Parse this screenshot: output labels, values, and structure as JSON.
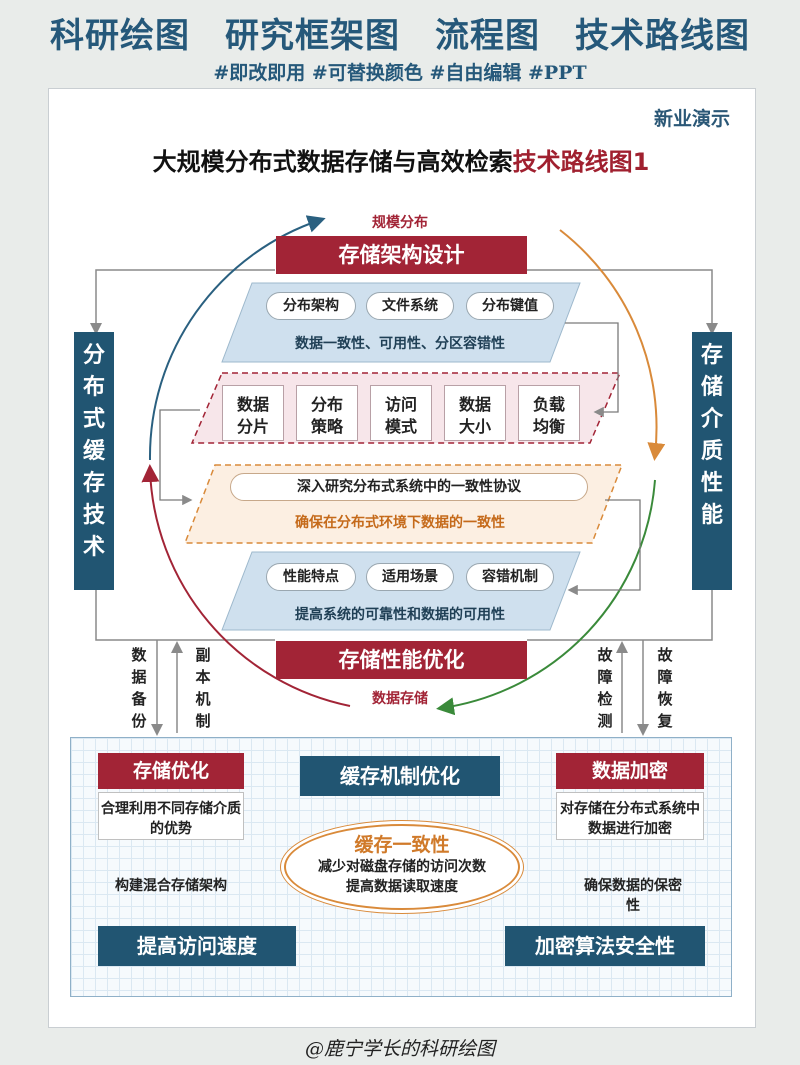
{
  "header": {
    "title": "科研绘图　研究框架图　流程图　技术路线图",
    "subtitle": "#即改即用 #可替换颜色 #自由编辑 #PPT"
  },
  "brand": "新业演示",
  "title": {
    "main": "大规模分布式数据存储与高效检索",
    "highlight": "技术路线图1"
  },
  "circle": {
    "top_label": "规模分布",
    "top_banner": "存储架构设计",
    "bottom_banner": "存储性能优化",
    "bottom_label": "数据存储"
  },
  "side": {
    "left": "分布式缓存技术",
    "right": "存储介质性能"
  },
  "layer1": {
    "pills": [
      "分布架构",
      "文件系统",
      "分布键值"
    ],
    "text": "数据一致性、可用性、分区容错性"
  },
  "layer2": {
    "cards": [
      "数据\n分片",
      "分布\n策略",
      "访问\n模式",
      "数据\n大小",
      "负载\n均衡"
    ]
  },
  "layer3": {
    "pill": "深入研究分布式系统中的一致性协议",
    "text": "确保在分布式环境下数据的一致性"
  },
  "layer4": {
    "pills": [
      "性能特点",
      "适用场景",
      "容错机制"
    ],
    "text": "提高系统的可靠性和数据的可用性"
  },
  "connectors": {
    "left1": "数据备份",
    "left2": "副本机制",
    "right1": "故障检测",
    "right2": "故障恢复"
  },
  "bottom": {
    "left_head": "存储优化",
    "left_box": "合理利用不同存储介质的优势",
    "left_result": "构建混合存储架构",
    "center_head": "缓存机制优化",
    "center_ellipse_title": "缓存一致性",
    "center_ellipse_text1": "减少对磁盘存储的访问次数",
    "center_ellipse_text2": "提高数据读取速度",
    "right_head": "数据加密",
    "right_box": "对存储在分布式系统中数据进行加密",
    "right_result": "确保数据的保密性",
    "left_foot": "提高访问速度",
    "right_foot": "加密算法安全性"
  },
  "footer": "@鹿宁学长的科研绘图",
  "colors": {
    "red": "#a22436",
    "navy": "#215572",
    "orange": "#d98a3a",
    "green": "#3a8a3a"
  }
}
